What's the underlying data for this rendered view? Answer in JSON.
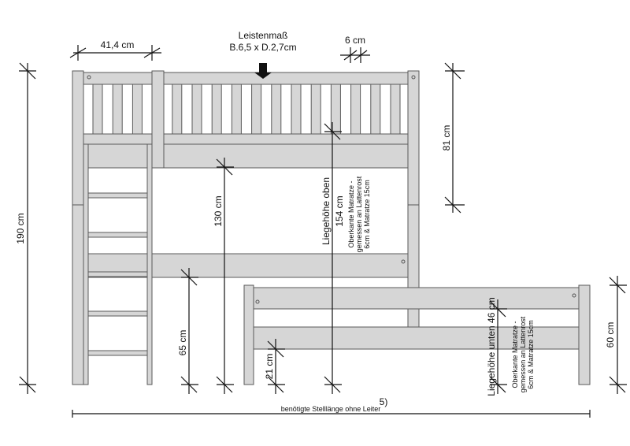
{
  "labels": {
    "post_spacing": "41,4 cm",
    "slat_title": "Leistenmaß",
    "slat_size": "B.6,5 x D.2,7cm",
    "slat_gap": "6 cm",
    "total_height": "190 cm",
    "rail_height": "81 cm",
    "underbed_clearance": "130 cm",
    "mid_rail_height": "65 cm",
    "top_sleep_title": "Liegehöhe oben",
    "top_sleep_value": "154 cm",
    "top_note_1": "Oberkante Matratze -",
    "top_note_2": "gemessen an Lattenrost",
    "top_note_3": "6cm & Matratze 15cm",
    "lower_sleep": "Liegehöhe unten 46 cm",
    "lower_note_1": "Oberkante Matratze -",
    "lower_note_2": "gemessen an Lattenrost",
    "lower_note_3": "6cm & Matratze 15cm",
    "lower_frame_clearance": "21 cm",
    "lower_bed_height": "60 cm",
    "figure_number": "5)",
    "required_length": "benötigte Stelllänge ohne Leiter"
  },
  "colors": {
    "wood": "#d6d6d6",
    "outline": "#5a5a5a",
    "dimension": "#111111"
  }
}
